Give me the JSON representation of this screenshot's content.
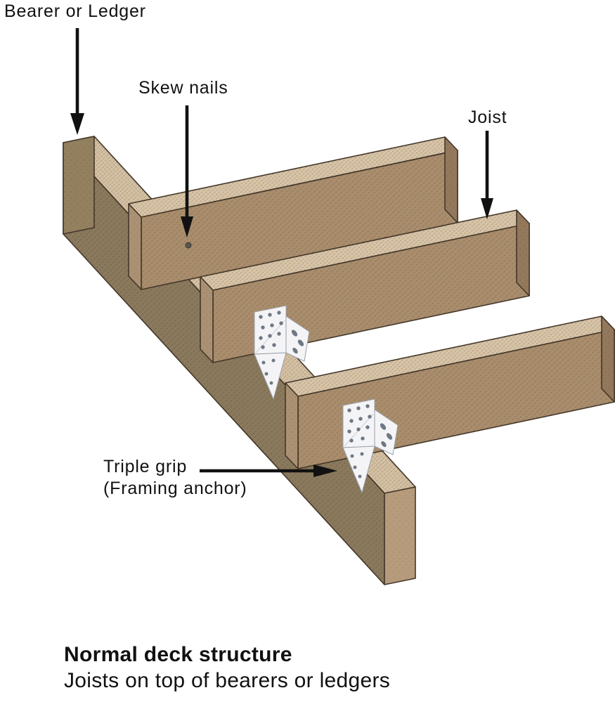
{
  "diagram": {
    "callouts": {
      "bearer": {
        "label": "Bearer or Ledger"
      },
      "skew_nails": {
        "label": "Skew nails"
      },
      "joist": {
        "label": "Joist"
      },
      "triple_grip": {
        "label_line1": "Triple grip",
        "label_line2": "(Framing anchor)"
      }
    },
    "caption": {
      "title": "Normal deck structure",
      "subtitle": "Joists on top of bearers or ledgers"
    },
    "colors": {
      "wood_top_joist": "#d7c3a6",
      "wood_front_joist": "#a98d6c",
      "wood_end_left_joist": "#ab9173",
      "wood_end_right_joist": "#93785c",
      "wood_top_bearer": "#d3bfa1",
      "wood_front_bearer": "#8a795c",
      "wood_end_left_bearer": "#93805f",
      "wood_end_right_bearer": "#b69c7c",
      "outline": "#44372a",
      "anchor_plate": "#f4f4f6",
      "anchor_stroke": "#9aa1a9",
      "anchor_hole": "#6e7885",
      "arrow": "#111111",
      "label_text": "#111111"
    }
  }
}
